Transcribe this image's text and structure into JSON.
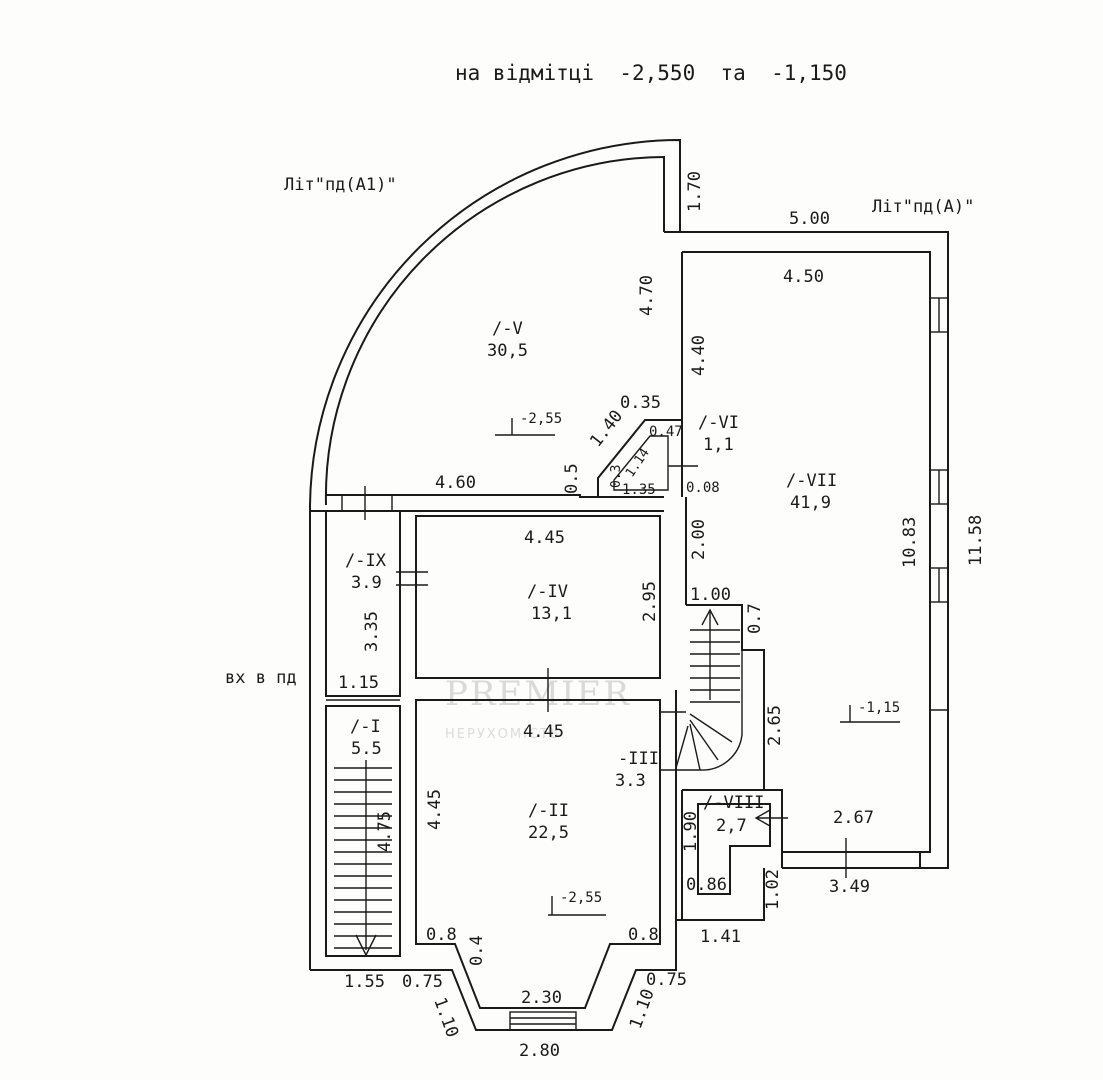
{
  "header": {
    "title": "на відмітці  -2,550  та  -1,150"
  },
  "building_labels": {
    "lit_a1": "Літ\"пд(А1)\"",
    "lit_a": "Літ\"пд(А)\"",
    "entrance": "вх в пд"
  },
  "watermark": {
    "logo": "PREMIER",
    "sub": "НЕРУХОМІСТЬ"
  },
  "rooms": {
    "v": {
      "id": "/-V",
      "area": "30,5"
    },
    "vi": {
      "id": "/-VI",
      "area": "1,1"
    },
    "vii": {
      "id": "/-VII",
      "area": "41,9"
    },
    "ix": {
      "id": "/-IX",
      "area": "3.9"
    },
    "iv": {
      "id": "/-IV",
      "area": "13,1"
    },
    "i": {
      "id": "/-I",
      "area": "5.5"
    },
    "iii": {
      "id": "-III",
      "area": "3.3"
    },
    "ii": {
      "id": "/-II",
      "area": "22,5"
    },
    "viii": {
      "id": "/-VIII",
      "area": "2,7"
    }
  },
  "levels": {
    "l1": "-2,55",
    "l2": "-1,15",
    "l3": "-2,55"
  },
  "dims": {
    "d170": "1.70",
    "d500": "5.00",
    "d450": "4.50",
    "d470": "4.70",
    "d440": "4.40",
    "d035": "0.35",
    "d140": "1.40",
    "d047": "0.47",
    "d114": "1.14",
    "d03": "0.3",
    "d135": "1.35",
    "d008": "0.08",
    "d05": "0.5",
    "d460": "4.60",
    "d445a": "4.45",
    "d200": "2.00",
    "d295": "2.95",
    "d100": "1.00",
    "d07": "0.7",
    "d1083": "10.83",
    "d1158": "11.58",
    "d335": "3.35",
    "d115": "1.15",
    "d445b": "4.45",
    "d265": "2.65",
    "d445c": "4.45",
    "d475": "4.75",
    "d190": "1.90",
    "d267": "2.67",
    "d086": "0.86",
    "d102": "1.02",
    "d349": "3.49",
    "d141": "1.41",
    "d08a": "0.8",
    "d08b": "0.8",
    "d04": "0.4",
    "d155": "1.55",
    "d075a": "0.75",
    "d075b": "0.75",
    "d110a": "1.10",
    "d110b": "1.10",
    "d230": "2.30",
    "d280": "2.80"
  }
}
